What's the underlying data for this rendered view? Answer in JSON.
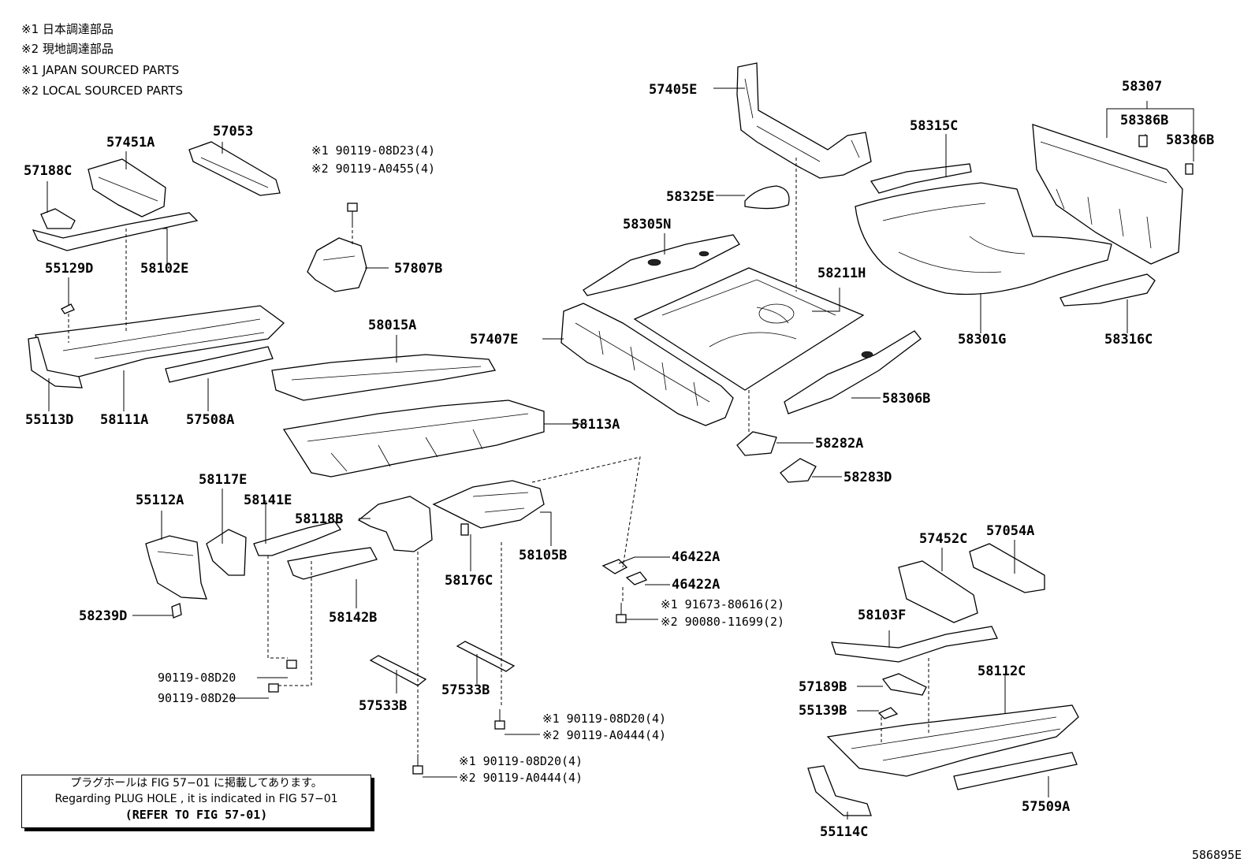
{
  "legend": [
    "※1 日本調達部品",
    "※2 現地調達部品",
    "※1 JAPAN SOURCED PARTS",
    "※2 LOCAL SOURCED PARTS"
  ],
  "parts": {
    "p57405E": "57405E",
    "p58307": "58307",
    "p58315C": "58315C",
    "p58386B_1": "58386B",
    "p58386B_2": "58386B",
    "p57451A": "57451A",
    "p57053": "57053",
    "p57188C": "57188C",
    "p58325E": "58325E",
    "p58305N": "58305N",
    "p58211H": "58211H",
    "p55129D": "55129D",
    "p58102E": "58102E",
    "p57807B": "57807B",
    "p58015A": "58015A",
    "p57407E": "57407E",
    "p58301G": "58301G",
    "p58316C": "58316C",
    "p58306B": "58306B",
    "p55113D": "55113D",
    "p58111A": "58111A",
    "p57508A": "57508A",
    "p58113A": "58113A",
    "p58282A": "58282A",
    "p58283D": "58283D",
    "p55112A": "55112A",
    "p58117E": "58117E",
    "p58141E": "58141E",
    "p58118B": "58118B",
    "p58105B": "58105B",
    "p58176C": "58176C",
    "p46422A_1": "46422A",
    "p46422A_2": "46422A",
    "p58239D": "58239D",
    "p58142B": "58142B",
    "p57452C": "57452C",
    "p57054A": "57054A",
    "p58103F": "58103F",
    "p58112C": "58112C",
    "p57189B": "57189B",
    "p55139B": "55139B",
    "p57533B_1": "57533B",
    "p57533B_2": "57533B",
    "p57509A": "57509A",
    "p55114C": "55114C"
  },
  "fasteners": {
    "top_1": "※1 90119-08D23(4)",
    "top_2": "※2 90119-A0455(4)",
    "mid_1": "※1 91673-80616(2)",
    "mid_2": "※2 90080-11699(2)",
    "bolt_a_1": "※1 90119-08D20(4)",
    "bolt_a_2": "※2 90119-A0444(4)",
    "bolt_b_1": "※1 90119-08D20(4)",
    "bolt_b_2": "※2 90119-A0444(4)",
    "single_1": "90119-08D20",
    "single_2": "90119-08D20"
  },
  "note": {
    "line1": "プラグホールは FIG 57−01 に掲載してあります。",
    "line2": "Regarding  PLUG  HOLE , it is indicated in FIG  57−01",
    "line3": "(REFER TO FIG 57-01)"
  },
  "figure_id": "586895E"
}
